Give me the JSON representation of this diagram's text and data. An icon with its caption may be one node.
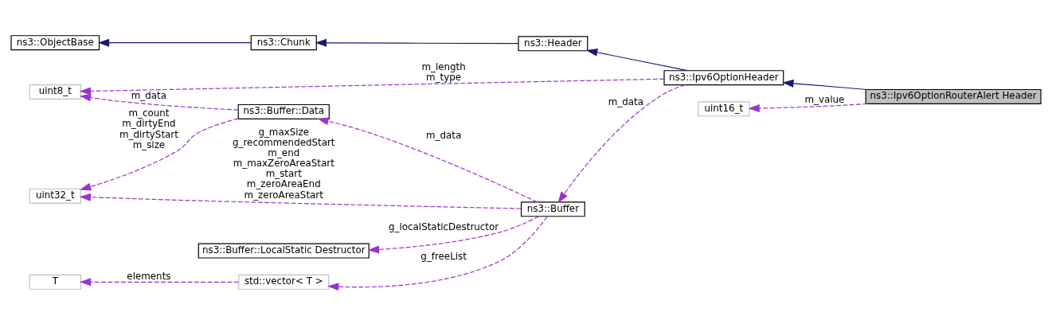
{
  "diagram": {
    "nodes": [
      {
        "text": [
          "ns3::ObjectBase"
        ]
      },
      {
        "text": [
          "ns3::Chunk"
        ]
      },
      {
        "text": [
          "ns3::Header"
        ]
      },
      {
        "text": [
          "uint8_t"
        ]
      },
      {
        "text": [
          "ns3::Ipv6OptionHeader"
        ]
      },
      {
        "text": [
          "ns3::Ipv6OptionRouterAlert Header"
        ]
      },
      {
        "text": [
          "uint16_t"
        ]
      },
      {
        "text": [
          "ns3::Buffer::Data"
        ]
      },
      {
        "text": [
          "uint32_t"
        ]
      },
      {
        "text": [
          "ns3::Buffer"
        ]
      },
      {
        "text": [
          "ns3::Buffer::LocalStatic Destructor"
        ]
      },
      {
        "text": [
          "T"
        ]
      },
      {
        "text": [
          "std::vector< T >"
        ]
      }
    ],
    "edges": [
      {
        "from": 1,
        "to": 0,
        "arrow": "to",
        "color": "#191970"
      },
      {
        "from": 2,
        "to": 1,
        "arrow": "to",
        "color": "#191970"
      },
      {
        "from": 4,
        "to": 2,
        "arrow": "to",
        "color": "#191970"
      },
      {
        "from": 5,
        "to": 4,
        "arrow": "to",
        "color": "#191970"
      },
      {
        "from": 4,
        "to": 3,
        "arrow": "to",
        "label": "m_length m_type",
        "style": "dashed"
      },
      {
        "from": 7,
        "to": 3,
        "arrow": "to",
        "label": "m_data",
        "style": "dashed"
      },
      {
        "from": 5,
        "to": 6,
        "arrow": "to",
        "label": "m_value",
        "style": "dashed"
      },
      {
        "from": 4,
        "to": 9,
        "arrow": "to",
        "label": "m_data",
        "style": "dashed"
      },
      {
        "from": 9,
        "to": 7,
        "arrow": "to",
        "label": "m_data",
        "style": "dashed"
      },
      {
        "from": 7,
        "to": 8,
        "arrow": "to",
        "label": "m_count m_dirtyEnd m_dirtyStart m_size",
        "style": "dashed"
      },
      {
        "from": 9,
        "to": 8,
        "arrow": "to",
        "label": "g_maxSize g_recommendedStart m_end m_maxZeroAreaStart m_start m_zeroAreaEnd m_zeroAreaStart",
        "style": "dashed"
      },
      {
        "from": 9,
        "to": 10,
        "arrow": "to",
        "label": "g_localStaticDestructor",
        "style": "dashed"
      },
      {
        "from": 9,
        "to": 12,
        "arrow": "to",
        "label": "g_freeList",
        "style": "dashed"
      },
      {
        "from": 12,
        "to": 11,
        "arrow": "to",
        "label": "elements",
        "style": "dashed"
      }
    ]
  }
}
